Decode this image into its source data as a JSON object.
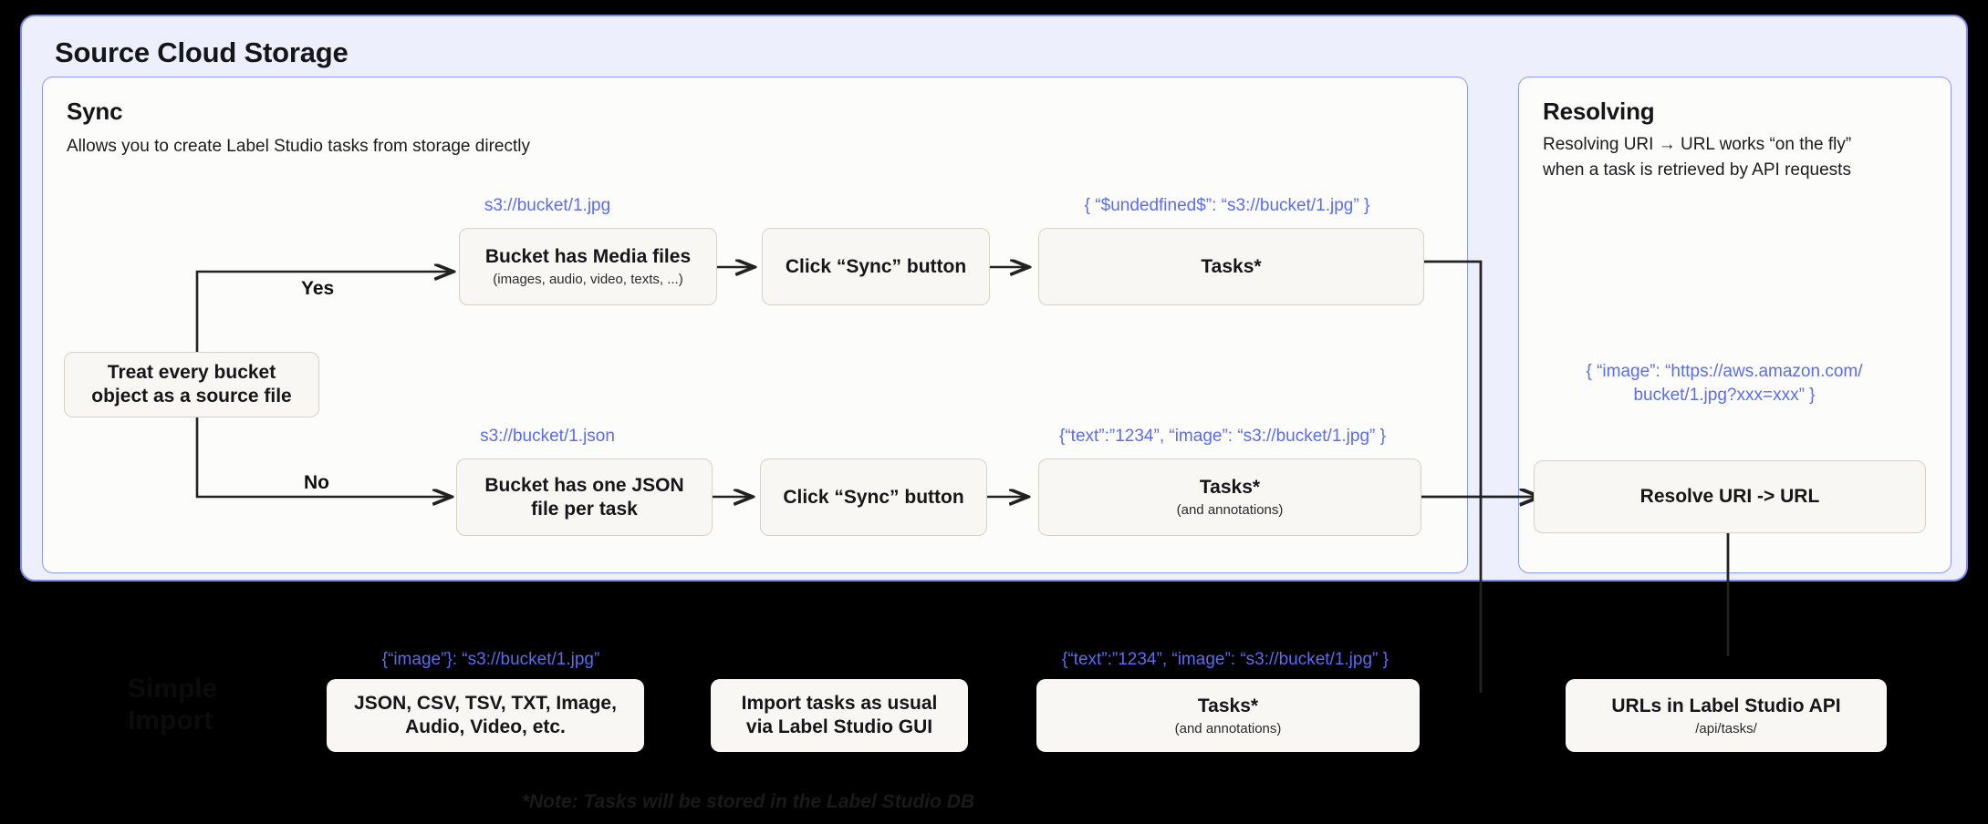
{
  "outer": {
    "title": "Source Cloud Storage"
  },
  "sync": {
    "title": "Sync",
    "subtitle": "Allows you to create Label Studio tasks from storage directly",
    "decision": {
      "main": "Treat every bucket\nobject as a source file"
    },
    "branches": [
      {
        "label": "Yes",
        "uri_annotation": "s3://bucket/1.jpg",
        "source_node": {
          "main": "Bucket has Media files",
          "sub": "(images, audio, video, texts, ...)"
        },
        "action_node": {
          "main": "Click “Sync” button"
        },
        "result_annotation": "{ “$undedfined$”: “s3://bucket/1.jpg” }",
        "result_node": {
          "main": "Tasks*",
          "sub": ""
        }
      },
      {
        "label": "No",
        "uri_annotation": "s3://bucket/1.json",
        "source_node": {
          "main": "Bucket has one JSON\nfile per task"
        },
        "action_node": {
          "main": "Click “Sync” button"
        },
        "result_annotation": "{“text”:”1234”,  “image”: “s3://bucket/1.jpg” }",
        "result_node": {
          "main": "Tasks*",
          "sub": "(and annotations)"
        }
      }
    ]
  },
  "resolving": {
    "title": "Resolving",
    "subtitle": "Resolving URI → URL works “on the fly”\nwhen a task is retrieved by API requests",
    "result_annotation": "{ “image”: “https://aws.amazon.com/\nbucket/1.jpg?xxx=xxx” }",
    "node": {
      "main": "Resolve URI -> URL"
    }
  },
  "bottom": {
    "title": "Simple\nImport",
    "formats_annotation": "{“image”}: “s3://bucket/1.jpg”",
    "formats_node": {
      "main": "JSON, CSV, TSV, TXT, Image,\nAudio, Video, etc."
    },
    "import_node": {
      "main": "Import tasks as usual\nvia Label Studio GUI"
    },
    "tasks_annotation": "{“text”:”1234”,  “image”: “s3://bucket/1.jpg” }",
    "tasks_node": {
      "main": "Tasks*",
      "sub": "(and annotations)"
    },
    "api_node": {
      "main": "URLs in Label Studio API",
      "sub": "/api/tasks/"
    },
    "note": "*Note: Tasks will be stored in the Label Studio DB"
  },
  "colors": {
    "panel_bg": "#EDEFFD",
    "panel_border": "#7B87E8",
    "card_bg": "#FCFCFB",
    "node_bg": "#F8F7F4",
    "node_border": "#D8D2C6",
    "annotation": "#5A6CF0",
    "edge": "#222222",
    "background": "#000000"
  }
}
